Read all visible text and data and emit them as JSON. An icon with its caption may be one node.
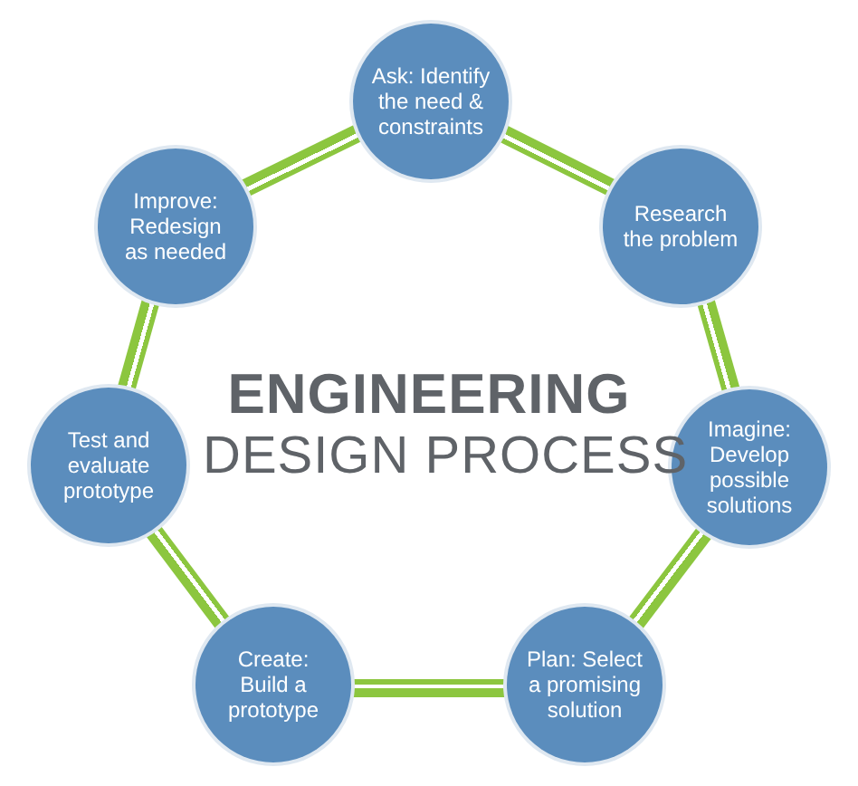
{
  "diagram": {
    "nodes": [
      {
        "text": [
          "Ask: Identify the need & constraints"
        ]
      },
      {
        "text": [
          "Research the problem"
        ]
      },
      {
        "text": [
          "Imagine: Develop possible solutions"
        ]
      },
      {
        "text": [
          "Plan: Select a promising solution"
        ]
      },
      {
        "text": [
          "Create: Build a prototype"
        ]
      },
      {
        "text": [
          "Test and evaluate prototype"
        ]
      },
      {
        "text": [
          "Improve: Redesign as needed"
        ]
      }
    ],
    "edges": [
      {
        "from": 0,
        "to": 1,
        "arrow": "none"
      },
      {
        "from": 1,
        "to": 2,
        "arrow": "none"
      },
      {
        "from": 2,
        "to": 3,
        "arrow": "none"
      },
      {
        "from": 3,
        "to": 4,
        "arrow": "none"
      },
      {
        "from": 4,
        "to": 5,
        "arrow": "none"
      },
      {
        "from": 5,
        "to": 6,
        "arrow": "none"
      },
      {
        "from": 6,
        "to": 0,
        "arrow": "none"
      }
    ],
    "labels": [
      "ENGINEERING",
      "DESIGN PROCESS"
    ]
  }
}
